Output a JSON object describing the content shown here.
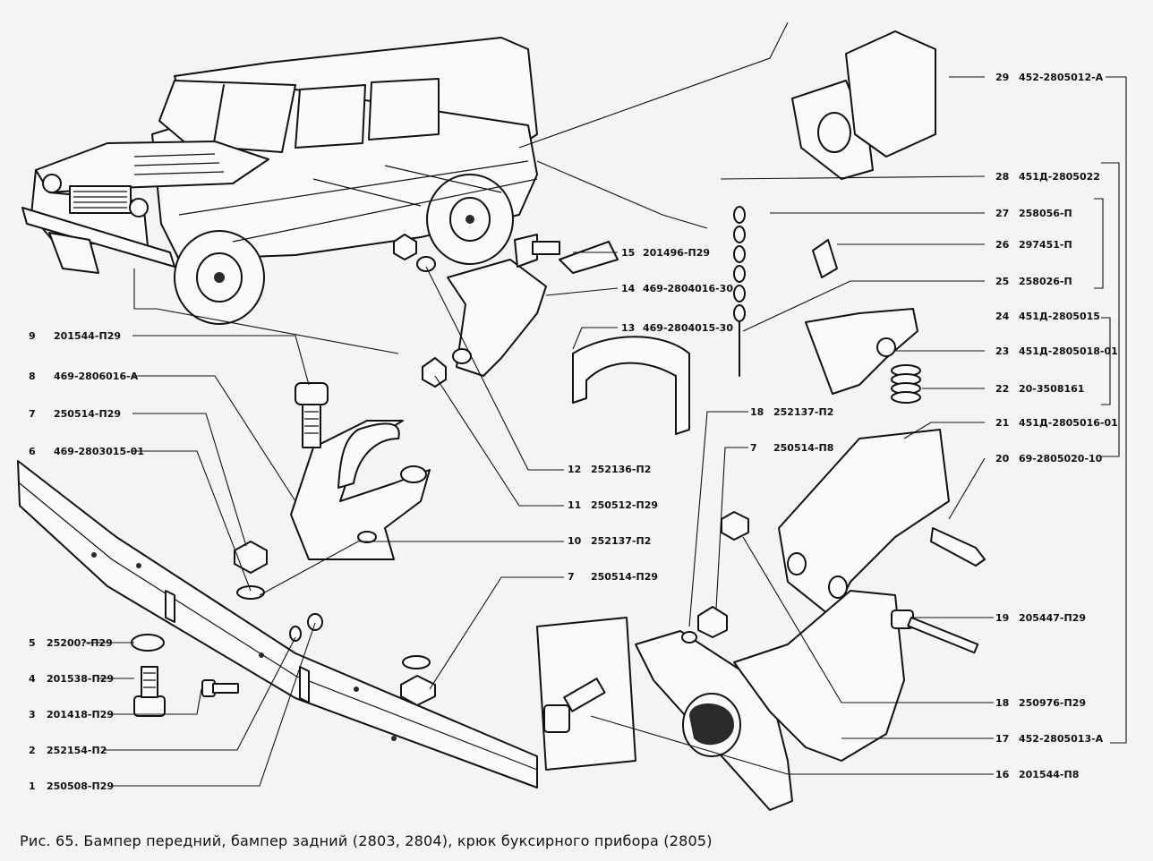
{
  "caption": "Рис. 65. Бампер передний, бампер задний (2803, 2804), крюк буксирного прибора (2805)",
  "callouts": [
    {
      "num": "1",
      "code": "250508-П29"
    },
    {
      "num": "2",
      "code": "252154-П2"
    },
    {
      "num": "3",
      "code": "201418-П29"
    },
    {
      "num": "4",
      "code": "201538-П29"
    },
    {
      "num": "5",
      "code": "25200?-П29"
    },
    {
      "num": "6",
      "code": "469-2803015-01"
    },
    {
      "num": "7",
      "code": "250514-П29"
    },
    {
      "num": "8",
      "code": "469-2806016-А"
    },
    {
      "num": "9",
      "code": "201544-П29"
    },
    {
      "num": "10",
      "code": "252137-П2"
    },
    {
      "num": "11",
      "code": "250512-П29"
    },
    {
      "num": "12",
      "code": "252136-П2"
    },
    {
      "num": "13",
      "code": "469-2804015-30"
    },
    {
      "num": "14",
      "code": "469-2804016-30"
    },
    {
      "num": "15",
      "code": "201496-П29"
    },
    {
      "num": "16",
      "code": "201544-П8"
    },
    {
      "num": "17",
      "code": "452-2805013-А"
    },
    {
      "num": "18",
      "code": "252137-П2"
    },
    {
      "num": "7",
      "code": "250514-П8"
    },
    {
      "num": "7",
      "code": "250514-П29"
    },
    {
      "num": "18",
      "code": "250976-П29"
    },
    {
      "num": "19",
      "code": "205447-П29"
    },
    {
      "num": "20",
      "code": "69-2805020-10"
    },
    {
      "num": "21",
      "code": "451Д-2805016-01"
    },
    {
      "num": "22",
      "code": "20-3508161"
    },
    {
      "num": "23",
      "code": "451Д-2805018-01"
    },
    {
      "num": "24",
      "code": "451Д-2805015"
    },
    {
      "num": "25",
      "code": "258026-П"
    },
    {
      "num": "26",
      "code": "297451-П"
    },
    {
      "num": "27",
      "code": "258056-П"
    },
    {
      "num": "28",
      "code": "451Д-2805022"
    },
    {
      "num": "29",
      "code": "452-2805012-А"
    }
  ]
}
